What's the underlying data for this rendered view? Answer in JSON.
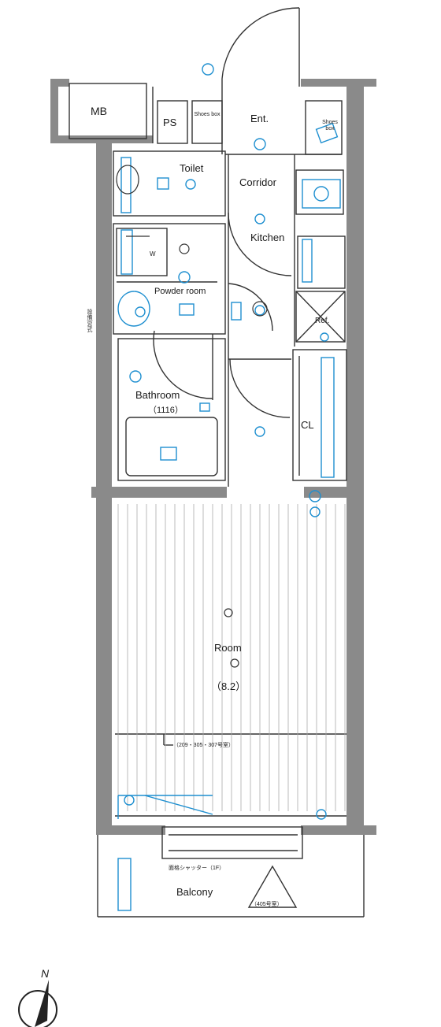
{
  "rooms": {
    "mb": "MB",
    "ps": "PS",
    "shoes_left": "Shoes box",
    "entrance": "Ent.",
    "shoes_right": "Shoes box",
    "toilet": "Toilet",
    "corridor": "Corridor",
    "kitchen": "Kitchen",
    "powder_room": "Powder room",
    "washer_mark": "W",
    "refrigerator": "Ref.",
    "bathroom": "Bathroom",
    "bathroom_size": "（1116）",
    "closet": "CL",
    "room": "Room",
    "room_size": "（8.2）",
    "balcony": "Balcony"
  },
  "notes": {
    "room_note": "（209・305・307号室）",
    "shutter_note": "面格シャッター（1F）",
    "balcony_note": "（405号室）",
    "left_wall_note": "設備|窓式"
  },
  "compass": {
    "label": "N"
  },
  "colors": {
    "wall": "#7a7a7a",
    "line": "#333333",
    "equip": "#1e8fd0"
  }
}
